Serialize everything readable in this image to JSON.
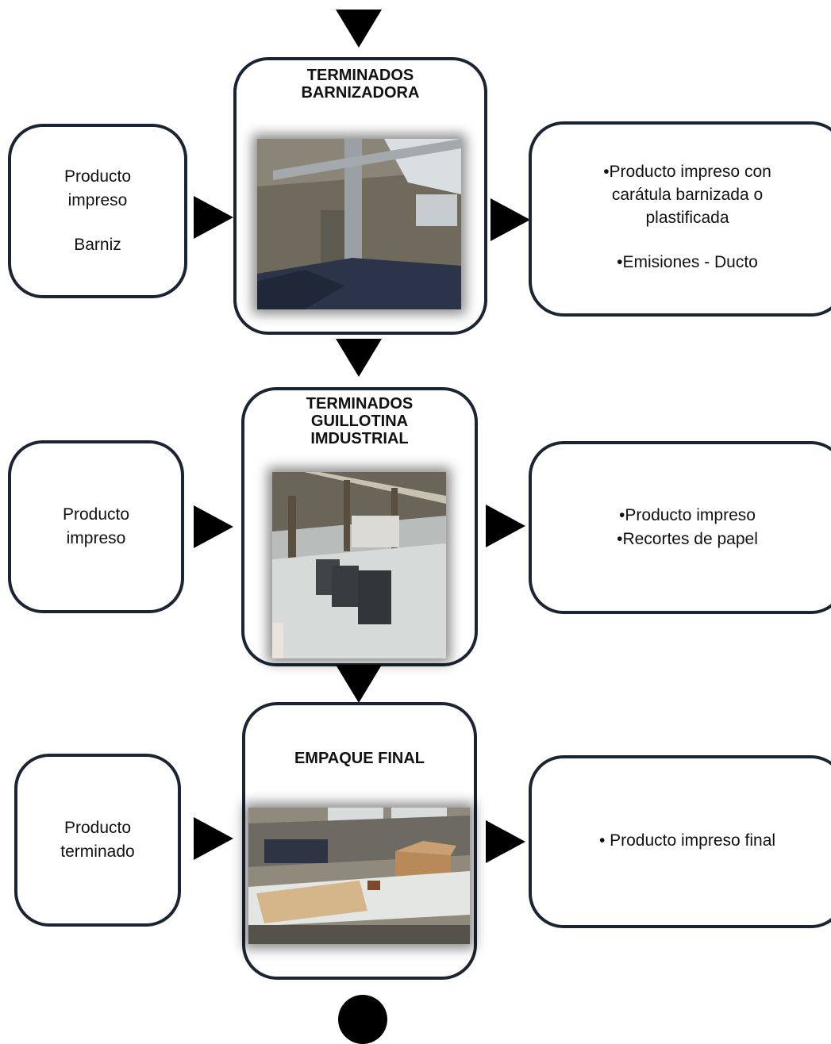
{
  "stages": [
    {
      "title_lines": [
        "TERMINADOS",
        "BARNIZADORA"
      ],
      "inputs": [
        "Producto",
        "impreso",
        "",
        "Barniz"
      ],
      "outputs": [
        "•Producto impreso con",
        "carátula barnizada o",
        "plastificada",
        "",
        "•Emisiones - Ducto"
      ],
      "photo_icon": "varnish-room-photo"
    },
    {
      "title_lines": [
        "TERMINADOS",
        "GUILLOTINA",
        "IMDUSTRIAL"
      ],
      "inputs": [
        "Producto",
        "impreso"
      ],
      "outputs": [
        "•Producto impreso",
        "•Recortes de papel"
      ],
      "photo_icon": "guillotine-room-photo"
    },
    {
      "title_lines": [
        "EMPAQUE FINAL"
      ],
      "inputs": [
        "Producto",
        "terminado"
      ],
      "outputs": [
        "• Producto impreso final"
      ],
      "photo_icon": "packing-room-photo"
    }
  ],
  "colors": {
    "box_border": "#1a2433",
    "arrow": "#000000"
  }
}
